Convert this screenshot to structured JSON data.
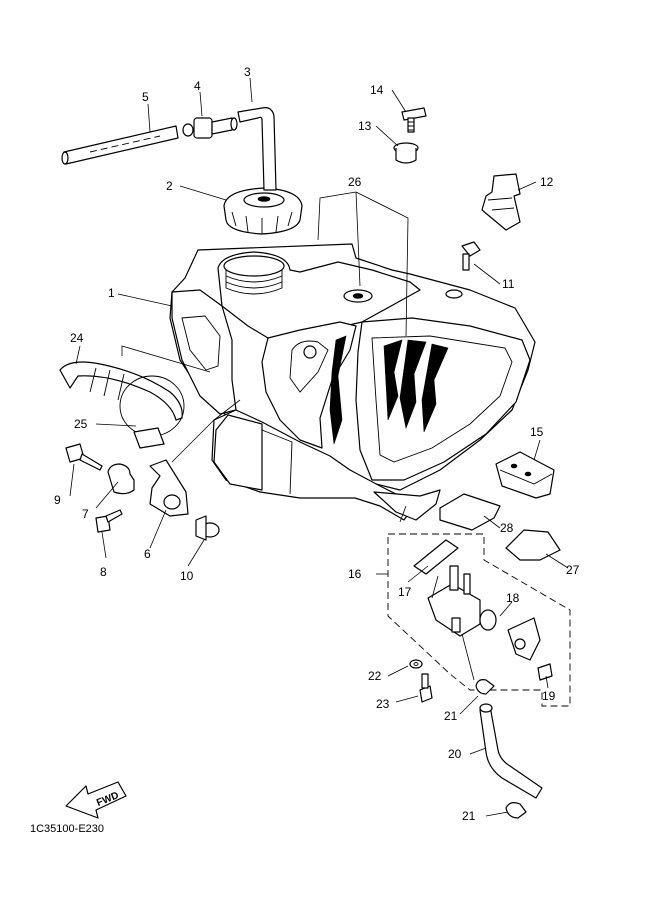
{
  "diagram_code": "1C35100-E230",
  "fwd_label": "FWD",
  "callouts": [
    "1",
    "2",
    "3",
    "4",
    "5",
    "6",
    "7",
    "8",
    "9",
    "10",
    "11",
    "12",
    "13",
    "14",
    "15",
    "16",
    "17",
    "18",
    "19",
    "20",
    "21",
    "21",
    "22",
    "23",
    "24",
    "25",
    "26",
    "27",
    "28"
  ],
  "colors": {
    "line": "#000000",
    "background": "#ffffff"
  }
}
